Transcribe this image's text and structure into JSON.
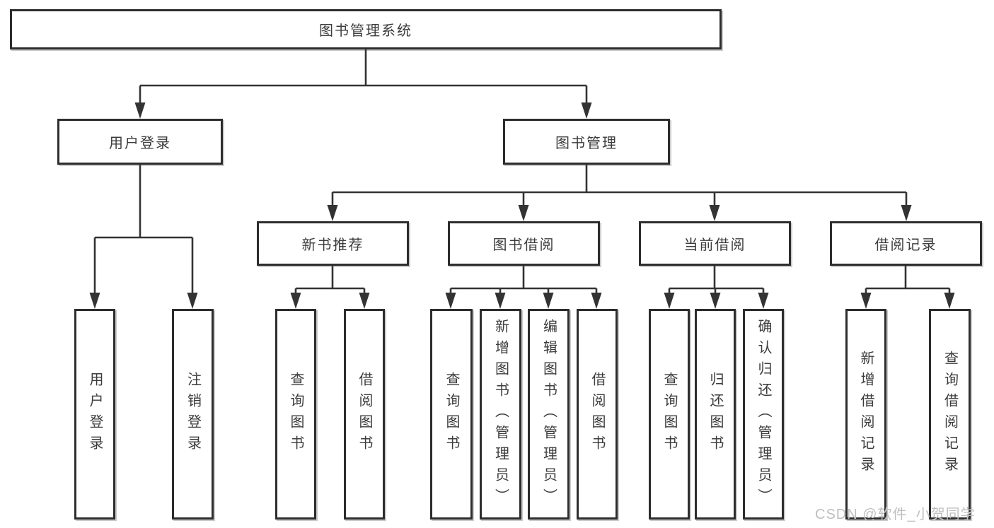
{
  "diagram": {
    "root": {
      "label": "图书管理系统"
    },
    "level2": [
      {
        "label": "用户登录",
        "children": [
          {
            "label": "用户登录"
          },
          {
            "label": "注销登录"
          }
        ]
      },
      {
        "label": "图书管理",
        "children": [
          {
            "label": "新书推荐",
            "children": [
              {
                "label": "查询图书"
              },
              {
                "label": "借阅图书"
              }
            ]
          },
          {
            "label": "图书借阅",
            "children": [
              {
                "label": "查询图书"
              },
              {
                "label": "新增图书（管理员）"
              },
              {
                "label": "编辑图书（管理员）"
              },
              {
                "label": "借阅图书"
              }
            ]
          },
          {
            "label": "当前借阅",
            "children": [
              {
                "label": "查询图书"
              },
              {
                "label": "归还图书"
              },
              {
                "label": "确认归还（管理员）"
              }
            ]
          },
          {
            "label": "借阅记录",
            "children": [
              {
                "label": "新增借阅记录"
              },
              {
                "label": "查询借阅记录"
              }
            ]
          }
        ]
      }
    ]
  },
  "watermark": "CSDN @软件_小贺同学",
  "colors": {
    "line": "#333333",
    "box_border": "#2d2d2d",
    "text": "#3c3c3c",
    "watermark_text": "#bfbfbf",
    "background": "#ffffff"
  }
}
